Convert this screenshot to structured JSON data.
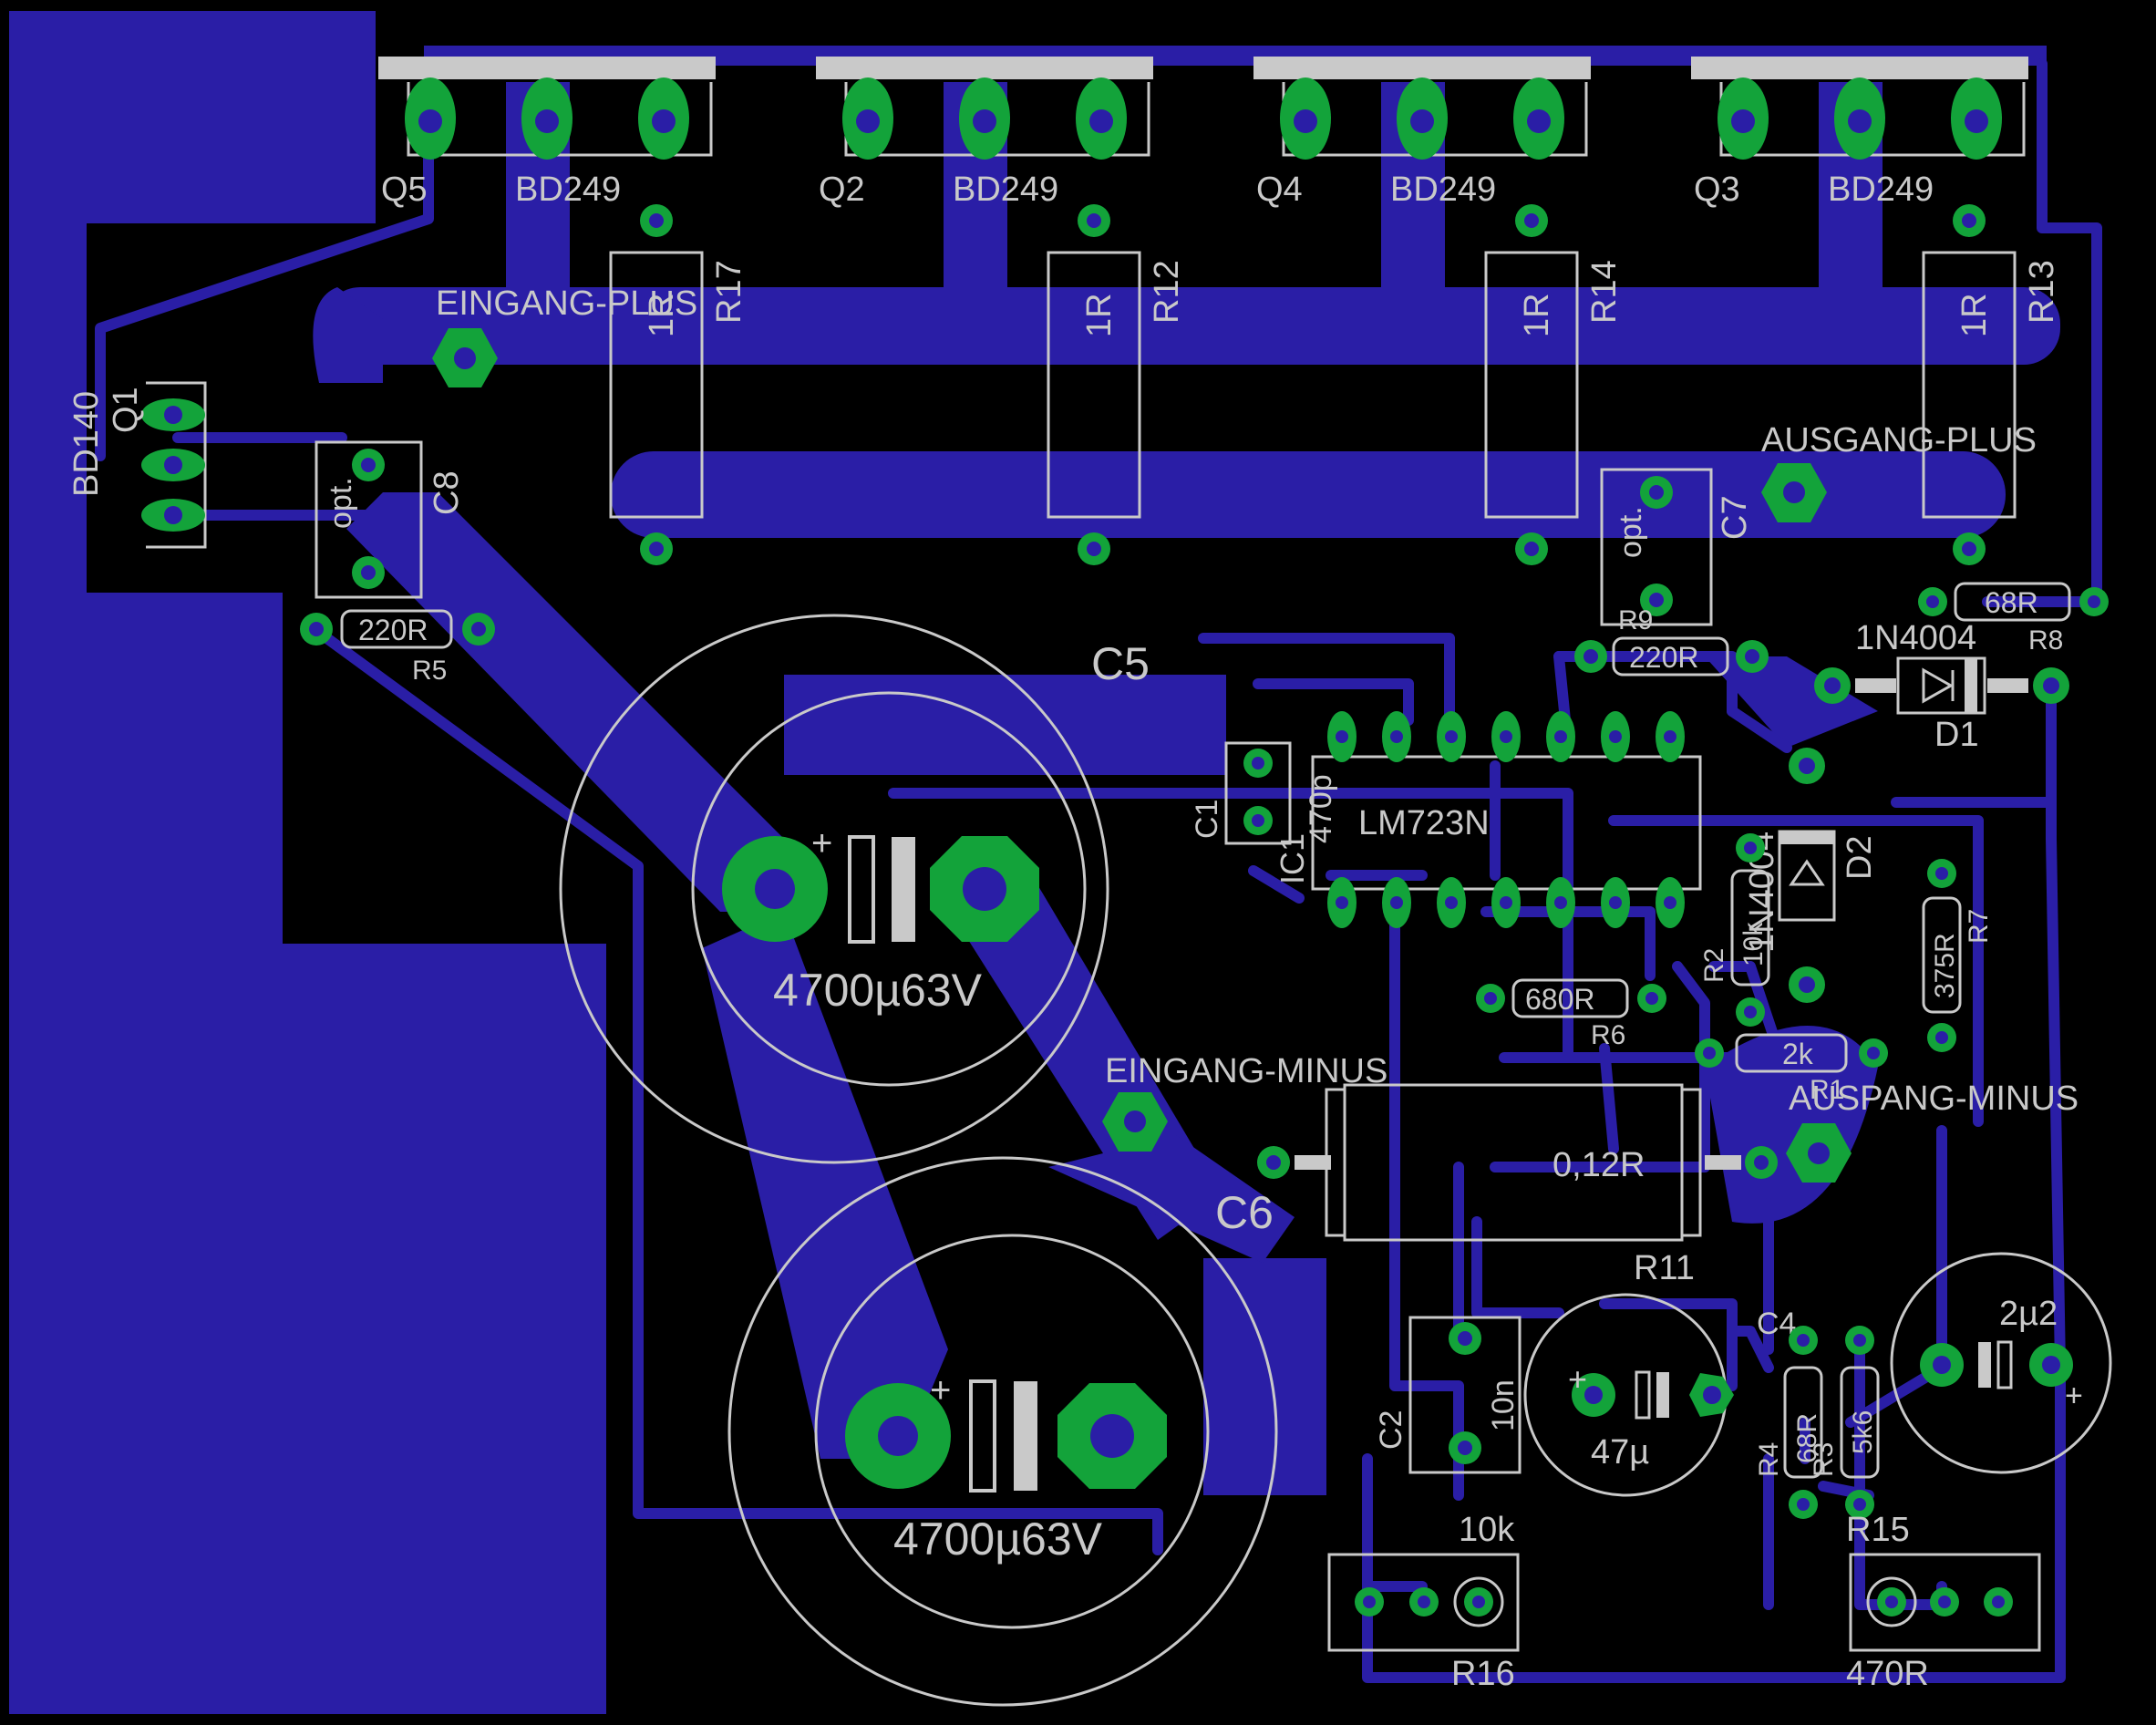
{
  "colors": {
    "background": "#000000",
    "copper": "#2a1ea6",
    "pad": "#13a33a",
    "silkscreen": "#c9c9c9"
  },
  "transistors": [
    {
      "ref": "Q5",
      "value": "BD249"
    },
    {
      "ref": "Q2",
      "value": "BD249"
    },
    {
      "ref": "Q4",
      "value": "BD249"
    },
    {
      "ref": "Q3",
      "value": "BD249"
    }
  ],
  "driver": {
    "ref": "Q1",
    "value": "BD140"
  },
  "emitter_resistors": [
    {
      "ref": "R17",
      "value": "1R"
    },
    {
      "ref": "R12",
      "value": "1R"
    },
    {
      "ref": "R14",
      "value": "1R"
    },
    {
      "ref": "R13",
      "value": "1R"
    }
  ],
  "terminals": {
    "in_plus": "EINGANG-PLUS",
    "in_minus": "EINGANG-MINUS",
    "out_plus": "AUSGANG-PLUS",
    "out_minus": "AUSPANG-MINUS"
  },
  "caps": {
    "c8_ref": "C8",
    "c8_val": "opt.",
    "c7_ref": "C7",
    "c7_val": "opt.",
    "c5_ref": "C5",
    "c5_val": "4700µ63V",
    "c6_ref": "C6",
    "c6_val": "4700µ63V",
    "c1_ref": "C1",
    "c1_val": "470p",
    "c2_ref": "C2",
    "c2_val": "10n",
    "c4_ref": "C4",
    "c4_val": "2µ2",
    "c47_val": "47µ"
  },
  "resistors": {
    "r5_ref": "R5",
    "r5_val": "220R",
    "r9_ref": "R9",
    "r9_val": "220R",
    "r8_ref": "R8",
    "r8_val": "68R",
    "r6_ref": "R6",
    "r6_val": "680R",
    "r2_ref": "R2",
    "r2_val": "10k",
    "r7_ref": "R7",
    "r7_val": "375R",
    "r1_ref": "R1",
    "r1_val": "2k",
    "r11_ref": "R11",
    "r11_val": "0,12R",
    "r4_ref": "R4",
    "r4_val": "68R",
    "r3_ref": "R3",
    "r3_val": "5k6",
    "r16_ref": "R16",
    "r16_val": "10k",
    "r15_ref": "R15",
    "r15_val": "470R"
  },
  "diodes": {
    "d1_ref": "D1",
    "d1_val": "1N4004",
    "d2_ref": "D2",
    "d2_val": "1N4004"
  },
  "ic": {
    "ref": "IC1",
    "value": "LM723N"
  }
}
